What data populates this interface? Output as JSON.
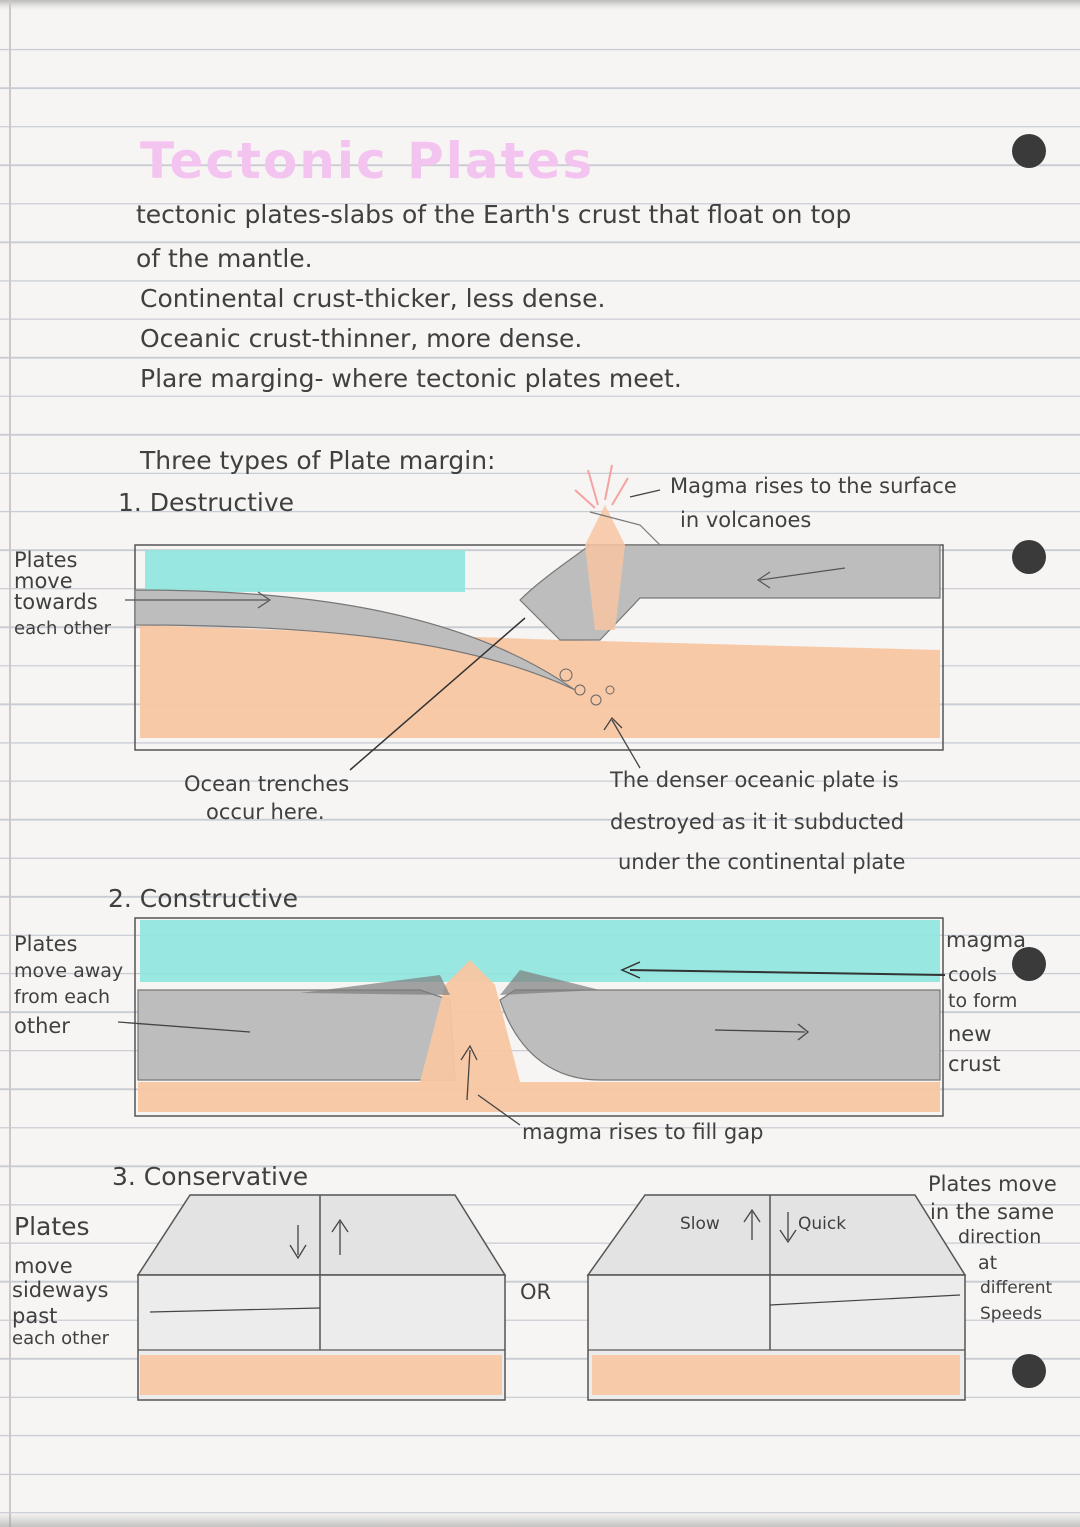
{
  "title": "Tectonic Plates",
  "intro": {
    "line1": "tectonic plates-slabs of the Earth's crust that float on top",
    "line2": "of the mantle.",
    "line3": "Continental crust-thicker, less dense.",
    "line4": "Oceanic crust-thinner, more dense.",
    "line5": "Plare marging- where tectonic plates meet."
  },
  "types_heading": "Three types of Plate margin:",
  "destructive": {
    "heading": "1. Destructive",
    "side_note": [
      "Plates",
      "move",
      "towards",
      "each other"
    ],
    "magma_label": [
      "Magma rises to the surface",
      "in volcanoes"
    ],
    "trench_label": [
      "Ocean trenches",
      "occur here."
    ],
    "oceanic_label": [
      "The denser oceanic plate is",
      "destroyed as it it subducted",
      "under the continental plate"
    ]
  },
  "constructive": {
    "heading": "2. Constructive",
    "side_note": [
      "Plates",
      "move away",
      "from each",
      "other"
    ],
    "right_note": [
      "magma",
      "cools",
      "to form",
      "new",
      "crust"
    ],
    "gap_label": "magma rises to fill gap"
  },
  "conservative": {
    "heading": "3. Conservative",
    "side_note": [
      "Plates",
      "move",
      "sideways",
      "past",
      "each other"
    ],
    "or_label": "OR",
    "slow_label": "Slow",
    "quick_label": "Quick",
    "right_note": [
      "Plates move",
      "in the same",
      "direction",
      "at",
      "different",
      "Speeds"
    ]
  },
  "colors": {
    "title_pink": "#f4c4f0",
    "sea_blue": "#8fe6df",
    "mantle_orange": "#f8c6a2",
    "crust_grey": "#bdbdbd",
    "ink": "#404040",
    "hole": "#3a3a3a"
  }
}
